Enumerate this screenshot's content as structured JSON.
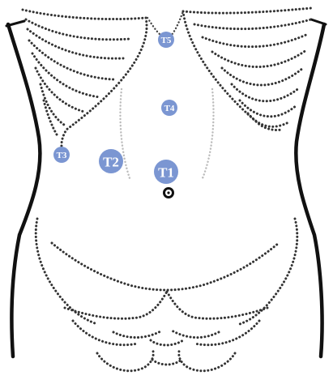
{
  "markers": [
    {
      "label": "T5"
    },
    {
      "label": "T4"
    },
    {
      "label": "T3"
    },
    {
      "label": "T2"
    },
    {
      "label": "T1"
    }
  ],
  "colors": {
    "marker_fill": "#7b96d2",
    "outline": "#111111",
    "dotted_line": "#333333",
    "background": "#ffffff"
  },
  "icons": {
    "navel": "navel-icon"
  }
}
